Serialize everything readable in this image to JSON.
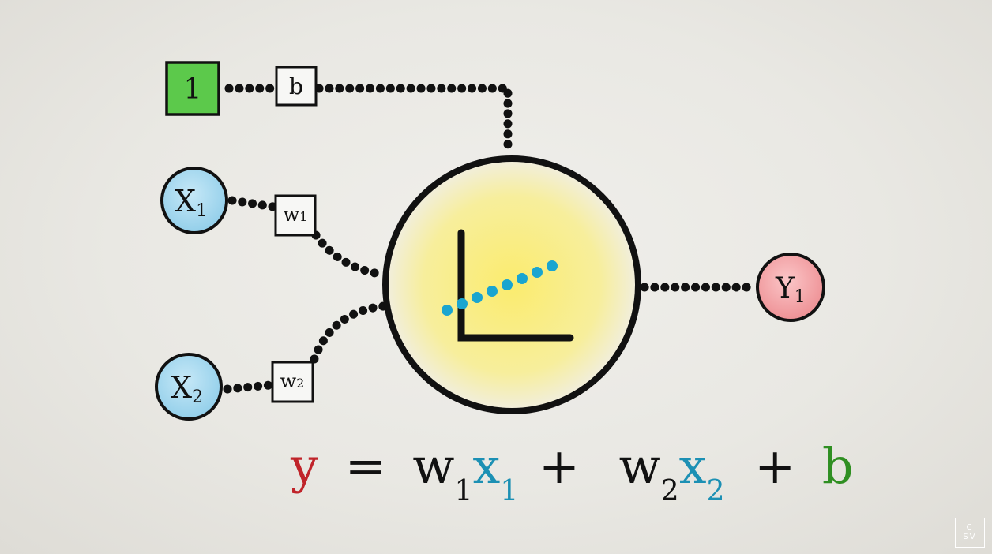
{
  "nodes": {
    "bias_input": "1",
    "bias_weight": "b",
    "x1": {
      "main": "X",
      "sub": "1"
    },
    "x2": {
      "main": "X",
      "sub": "2"
    },
    "w1": "w1",
    "w2": "w2",
    "y1": {
      "main": "Y",
      "sub": "1"
    }
  },
  "equation": {
    "y": "y",
    "equals": "=",
    "w": "w",
    "x": "x",
    "sub1": "1",
    "sub2": "2",
    "plus": "+",
    "b": "b"
  },
  "logo": {
    "line1": "C",
    "line2": "SV"
  },
  "colors": {
    "green_box": "#5cc94b",
    "input_circle": "#a9daf0",
    "output_circle": "#f4a8ac",
    "neuron_glow": "#fbec6e",
    "y_red": "#c0242a",
    "x_teal": "#1c90b4",
    "b_green": "#2f8f22",
    "line_dot": "#111111",
    "plot_dot": "#1aa5d0"
  }
}
